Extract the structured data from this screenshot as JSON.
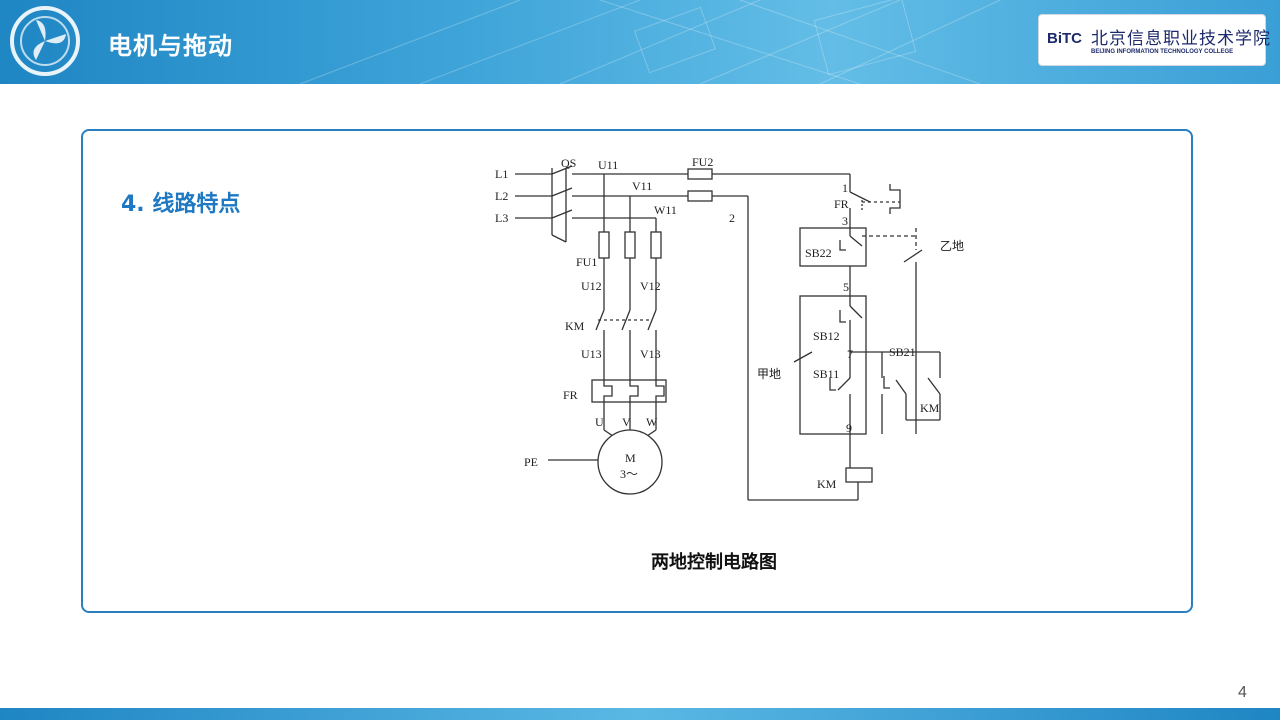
{
  "header": {
    "title": "电机与拖动",
    "school_badge": "BiTC",
    "school_name_cn": "北京信息职业技术学院",
    "school_name_en": "BEIJING INFORMATION TECHNOLOGY COLLEGE"
  },
  "slide": {
    "section_title": "4. 线路特点",
    "caption": "两地控制电路图",
    "page_number": "4"
  },
  "diagram_labels": {
    "l1": "L1",
    "l2": "L2",
    "l3": "L3",
    "qs": "QS",
    "u11": "U11",
    "v11": "V11",
    "w11": "W11",
    "fu2": "FU2",
    "fu1": "FU1",
    "u12": "U12",
    "v12": "V12",
    "km_main": "KM",
    "u13": "U13",
    "v13": "V13",
    "fr_main": "FR",
    "u": "U",
    "v": "V",
    "w": "W",
    "motor_m": "M",
    "motor_phase": "3～",
    "pe": "PE",
    "n1": "1",
    "n2": "2",
    "n3": "3",
    "n5": "5",
    "n7": "7",
    "n9": "9",
    "fr_ctrl": "FR",
    "sb22": "SB22",
    "yi_di": "乙地",
    "sb12": "SB12",
    "sb21": "SB21",
    "jia_di": "甲地",
    "sb11": "SB11",
    "km_aux": "KM",
    "km_coil": "KM"
  }
}
